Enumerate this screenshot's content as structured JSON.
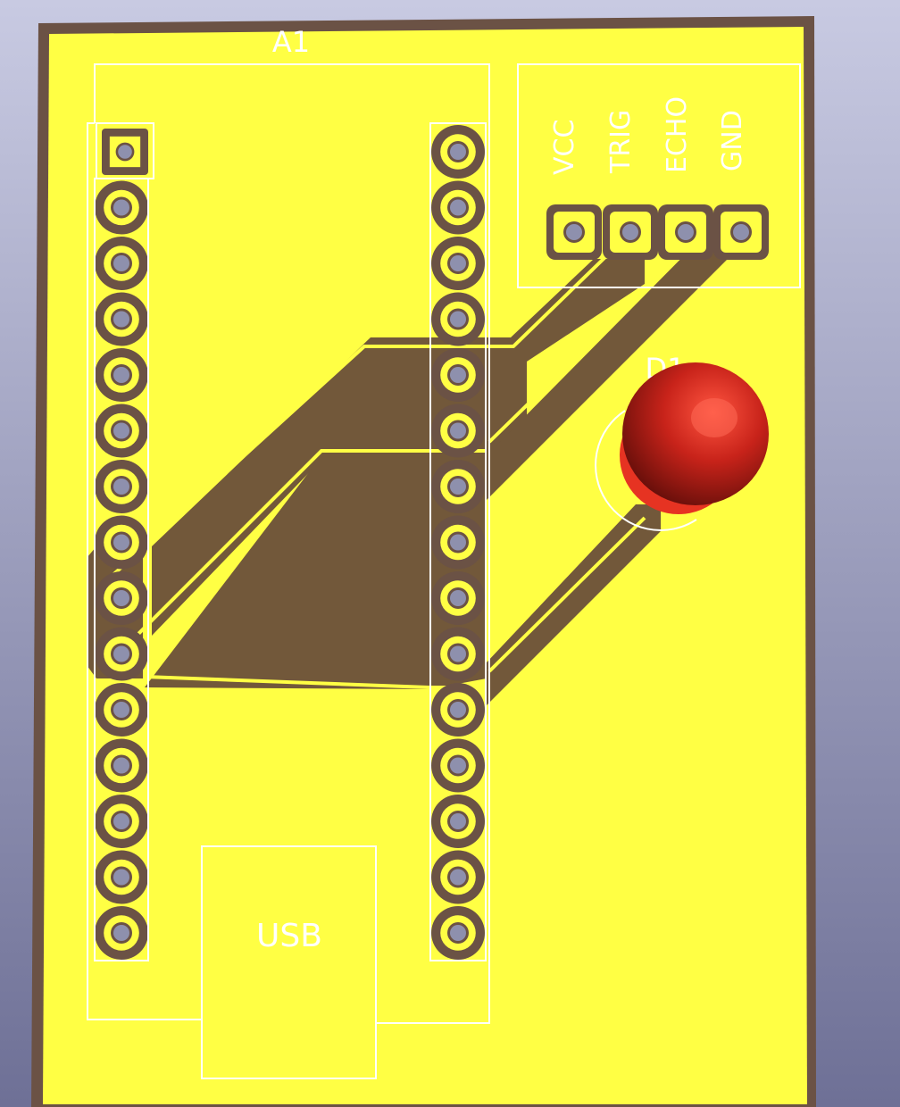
{
  "viewer": {
    "background_top": "#c8cae2",
    "background_bottom": "#6e7096"
  },
  "board": {
    "substrate_color": "#6b5245",
    "copper_color": "#ffff44",
    "trace_color": "#72583a",
    "silkscreen_color": "#ffffff",
    "hole_color": "#8e90ad"
  },
  "components": {
    "a1": {
      "reference": "A1",
      "usb_label": "USB",
      "left_header_pins": 15,
      "right_header_pins": 15
    },
    "sensor": {
      "pin_labels": [
        "VCC",
        "TRIG",
        "ECHO",
        "GND"
      ]
    },
    "d1": {
      "reference": "D1",
      "led_color": "#d42a1e"
    }
  }
}
